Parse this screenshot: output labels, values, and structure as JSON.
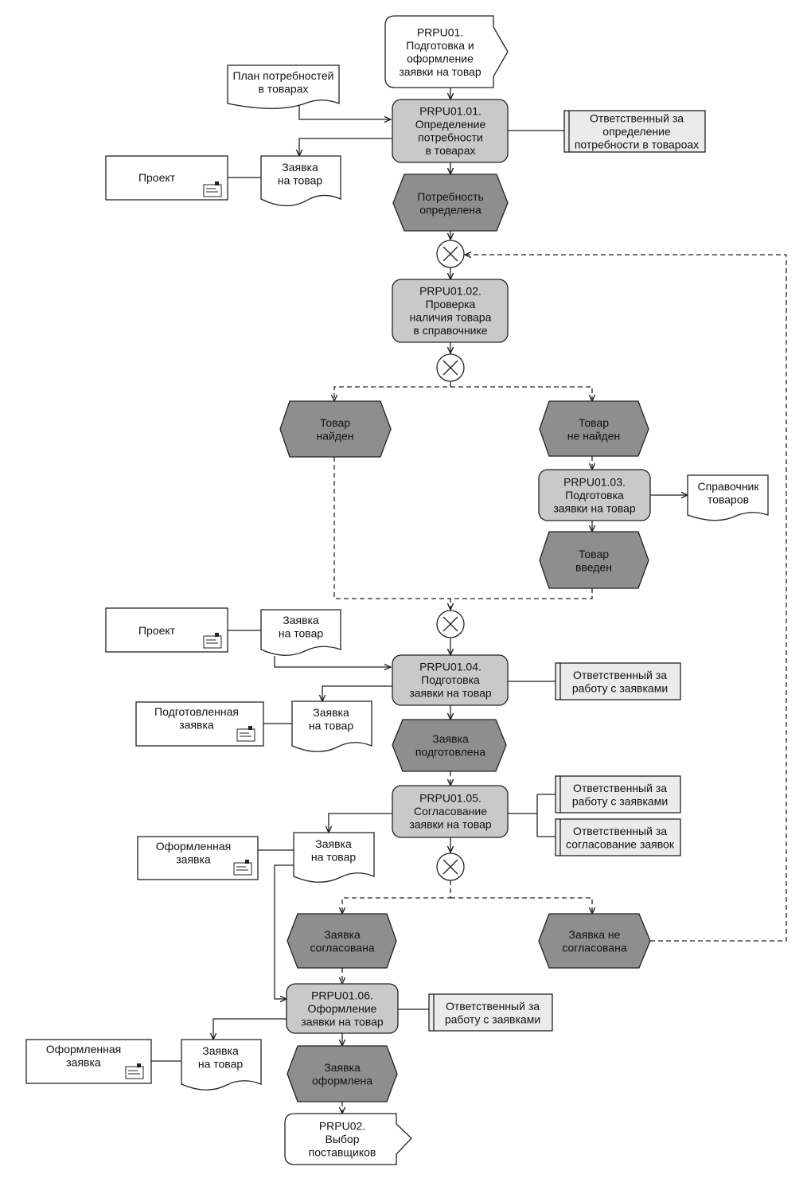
{
  "nodes": {
    "n_start": {
      "kind": "interface",
      "lines": [
        "PRPU01.",
        "Подготовка и",
        "оформление",
        "заявки на товар"
      ]
    },
    "n_plan": {
      "kind": "document",
      "lines": [
        "План потребностей",
        "в товарах"
      ]
    },
    "n_f1": {
      "kind": "function",
      "lines": [
        "PRPU01.01.",
        "Определение",
        "потребности",
        "в товарах"
      ]
    },
    "n_r1": {
      "kind": "role",
      "lines": [
        "Ответственный за",
        "определение",
        "потребности в товароах"
      ]
    },
    "n_proj1": {
      "kind": "file",
      "lines": [
        "Проект"
      ]
    },
    "n_doc1": {
      "kind": "document",
      "lines": [
        "Заявка",
        "на товар"
      ]
    },
    "n_e1": {
      "kind": "event",
      "lines": [
        "Потребность",
        "определена"
      ]
    },
    "n_f2": {
      "kind": "function",
      "lines": [
        "PRPU01.02.",
        "Проверка",
        "наличия товара",
        "в справочнике"
      ]
    },
    "n_e2": {
      "kind": "event",
      "lines": [
        "Товар",
        "найден"
      ]
    },
    "n_e3": {
      "kind": "event",
      "lines": [
        "Товар",
        "не найден"
      ]
    },
    "n_f3": {
      "kind": "function",
      "lines": [
        "PRPU01.03.",
        "Подготовка",
        "заявки на товар"
      ]
    },
    "n_sprav": {
      "kind": "document",
      "lines": [
        "Справочник",
        "товаров"
      ]
    },
    "n_e4": {
      "kind": "event",
      "lines": [
        "Товар",
        "введен"
      ]
    },
    "n_proj2": {
      "kind": "file",
      "lines": [
        "Проект"
      ]
    },
    "n_doc2": {
      "kind": "document",
      "lines": [
        "Заявка",
        "на товар"
      ]
    },
    "n_f4": {
      "kind": "function",
      "lines": [
        "PRPU01.04.",
        "Подготовка",
        "заявки на товар"
      ]
    },
    "n_r2": {
      "kind": "role",
      "lines": [
        "Ответственный за",
        "работу с заявками"
      ]
    },
    "n_prep": {
      "kind": "file",
      "lines": [
        "Подготовленная",
        "заявка"
      ]
    },
    "n_doc3": {
      "kind": "document",
      "lines": [
        "Заявка",
        "на товар"
      ]
    },
    "n_e5": {
      "kind": "event",
      "lines": [
        "Заявка",
        "подготовлена"
      ]
    },
    "n_f5": {
      "kind": "function",
      "lines": [
        "PRPU01.05.",
        "Согласование",
        "заявки на товар"
      ]
    },
    "n_r3": {
      "kind": "role",
      "lines": [
        "Ответственный за",
        "работу с заявками"
      ]
    },
    "n_r4": {
      "kind": "role",
      "lines": [
        "Ответственный за",
        "согласование заявок"
      ]
    },
    "n_form1": {
      "kind": "file",
      "lines": [
        "Оформленная",
        "заявка"
      ]
    },
    "n_doc4": {
      "kind": "document",
      "lines": [
        "Заявка",
        "на товар"
      ]
    },
    "n_e6": {
      "kind": "event",
      "lines": [
        "Заявка",
        "согласована"
      ]
    },
    "n_e7": {
      "kind": "event",
      "lines": [
        "Заявка не",
        "согласована"
      ]
    },
    "n_f6": {
      "kind": "function",
      "lines": [
        "PRPU01.06.",
        "Оформление",
        "заявки на товар"
      ]
    },
    "n_r5": {
      "kind": "role",
      "lines": [
        "Ответственный за",
        "работу с заявками"
      ]
    },
    "n_form2": {
      "kind": "file",
      "lines": [
        "Оформленная",
        "заявка"
      ]
    },
    "n_doc5": {
      "kind": "document",
      "lines": [
        "Заявка",
        "на товар"
      ]
    },
    "n_e8": {
      "kind": "event",
      "lines": [
        "Заявка",
        "оформлена"
      ]
    },
    "n_end": {
      "kind": "interface",
      "lines": [
        "PRPU02.",
        "Выбор",
        "поставщиков"
      ]
    }
  },
  "connectors": [
    {
      "id": "x1",
      "type": "XOR"
    },
    {
      "id": "x2",
      "type": "XOR"
    },
    {
      "id": "x3",
      "type": "XOR"
    },
    {
      "id": "x4",
      "type": "XOR"
    }
  ]
}
